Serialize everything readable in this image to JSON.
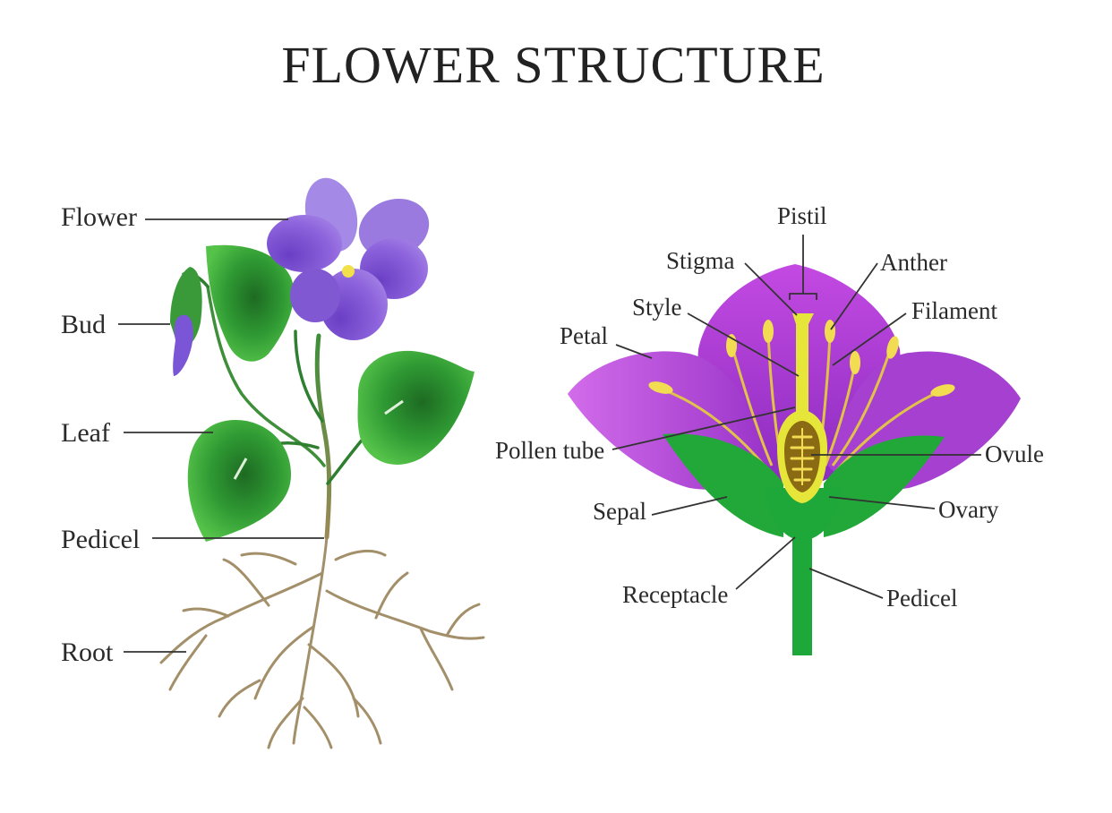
{
  "title": "FLOWER STRUCTURE",
  "plant_labels": {
    "flower": "Flower",
    "bud": "Bud",
    "leaf": "Leaf",
    "pedicel": "Pedicel",
    "root": "Root"
  },
  "cross_section_labels": {
    "pistil": "Pistil",
    "stigma": "Stigma",
    "anther": "Anther",
    "style": "Style",
    "filament": "Filament",
    "petal": "Petal",
    "pollen_tube": "Pollen tube",
    "ovule": "Ovule",
    "sepal": "Sepal",
    "ovary": "Ovary",
    "receptacle": "Receptacle",
    "pedicel": "Pedicel"
  },
  "colors": {
    "violet_petal": "#8a5ad8",
    "magenta_petal": "#a53fd2",
    "leaf_green": "#37a535",
    "sepal_green": "#1fa83a",
    "stem_green": "#2e7d32",
    "root_brown": "#a08a62",
    "pistil_yellow": "#e6e63a",
    "anther_yellow": "#f0dc5a"
  }
}
